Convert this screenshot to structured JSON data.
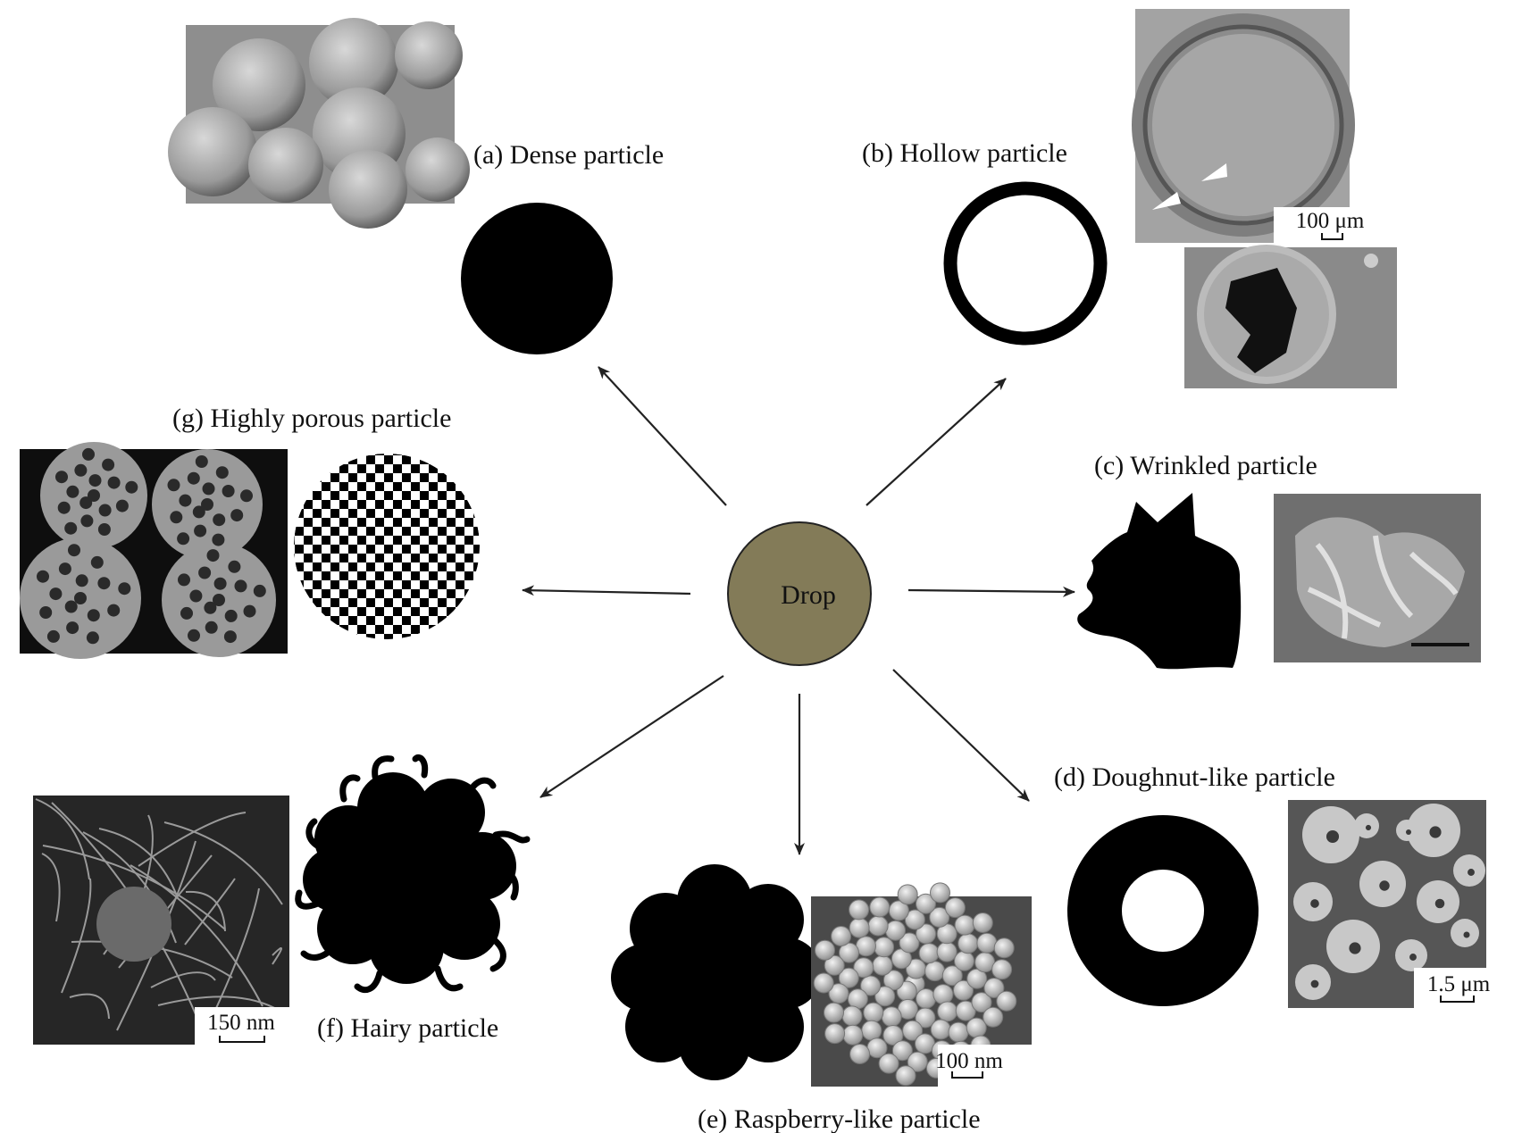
{
  "center": {
    "label": "Drop",
    "fill": "#837b58"
  },
  "labels": {
    "a": "(a) Dense particle",
    "b": "(b) Hollow particle",
    "c": "(c) Wrinkled particle",
    "d": "(d) Doughnut-like particle",
    "e": "(e) Raspberry-like particle",
    "f": "(f) Hairy particle",
    "g": "(g) Highly porous particle"
  },
  "scale_bars": {
    "b": "100 μm",
    "d": "1.5 μm",
    "e": "100 nm",
    "f": "150 nm"
  },
  "colors": {
    "schematic": "#000000",
    "micrograph_bg": "#7a7a7a"
  }
}
